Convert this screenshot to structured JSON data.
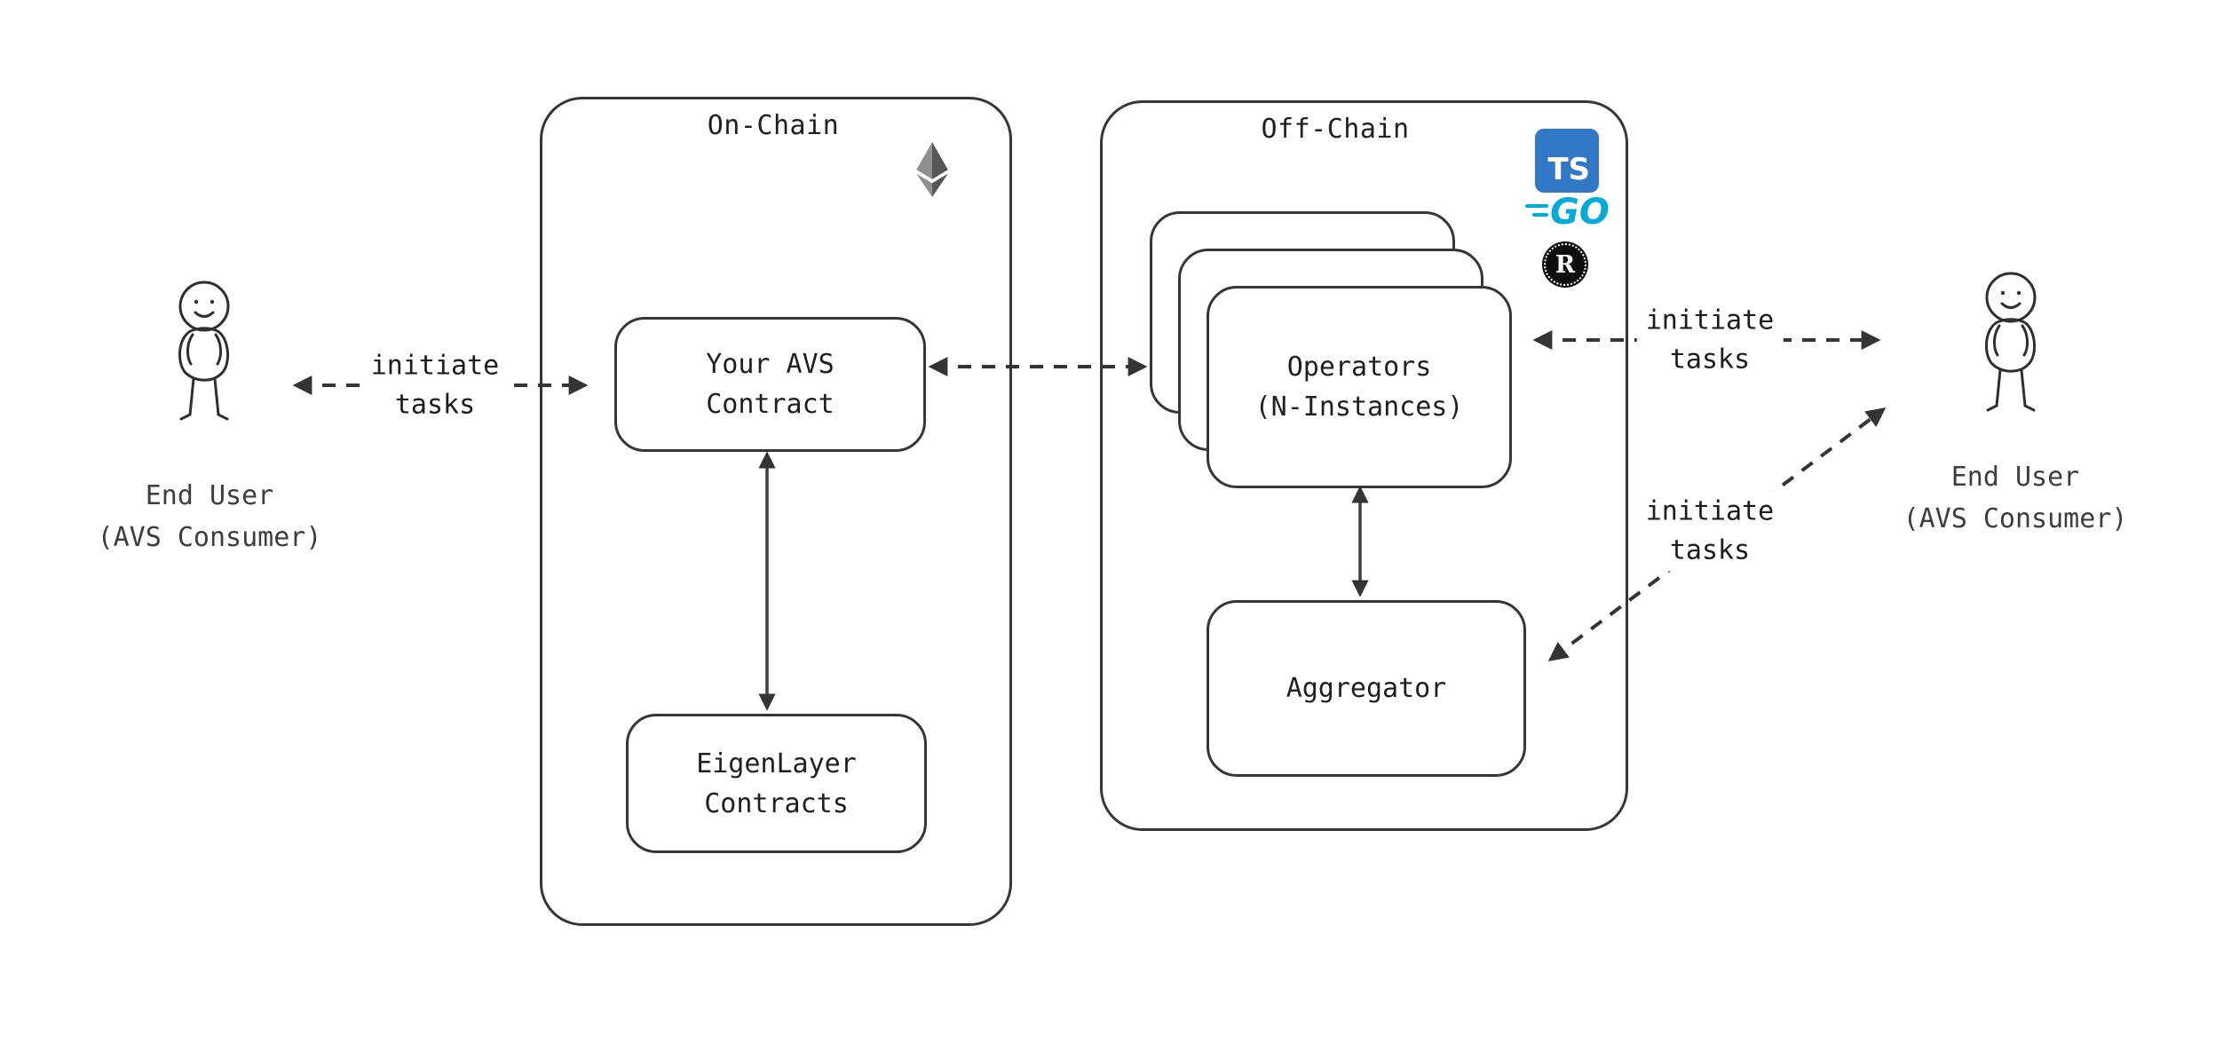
{
  "page": {
    "background": "#ffffff",
    "line_color": "#343434",
    "text_color": "#1f1f1f"
  },
  "end_user_left": {
    "label": "End User\n(AVS Consumer)"
  },
  "end_user_right": {
    "label": "End User\n(AVS Consumer)"
  },
  "arrows": {
    "left_initiate_label": "initiate\ntasks",
    "right_initiate_label": "initiate\ntasks",
    "diagonal_initiate_label": "initiate\ntasks"
  },
  "on_chain": {
    "title": "On-Chain",
    "avs_contract_label": "Your AVS\nContract",
    "eigenlayer_label": "EigenLayer\nContracts"
  },
  "off_chain": {
    "title": "Off-Chain",
    "operators_label": "Operators\n(N-Instances)",
    "aggregator_label": "Aggregator",
    "icons": {
      "typescript": "TS",
      "go": "GO",
      "rust": "R"
    }
  }
}
